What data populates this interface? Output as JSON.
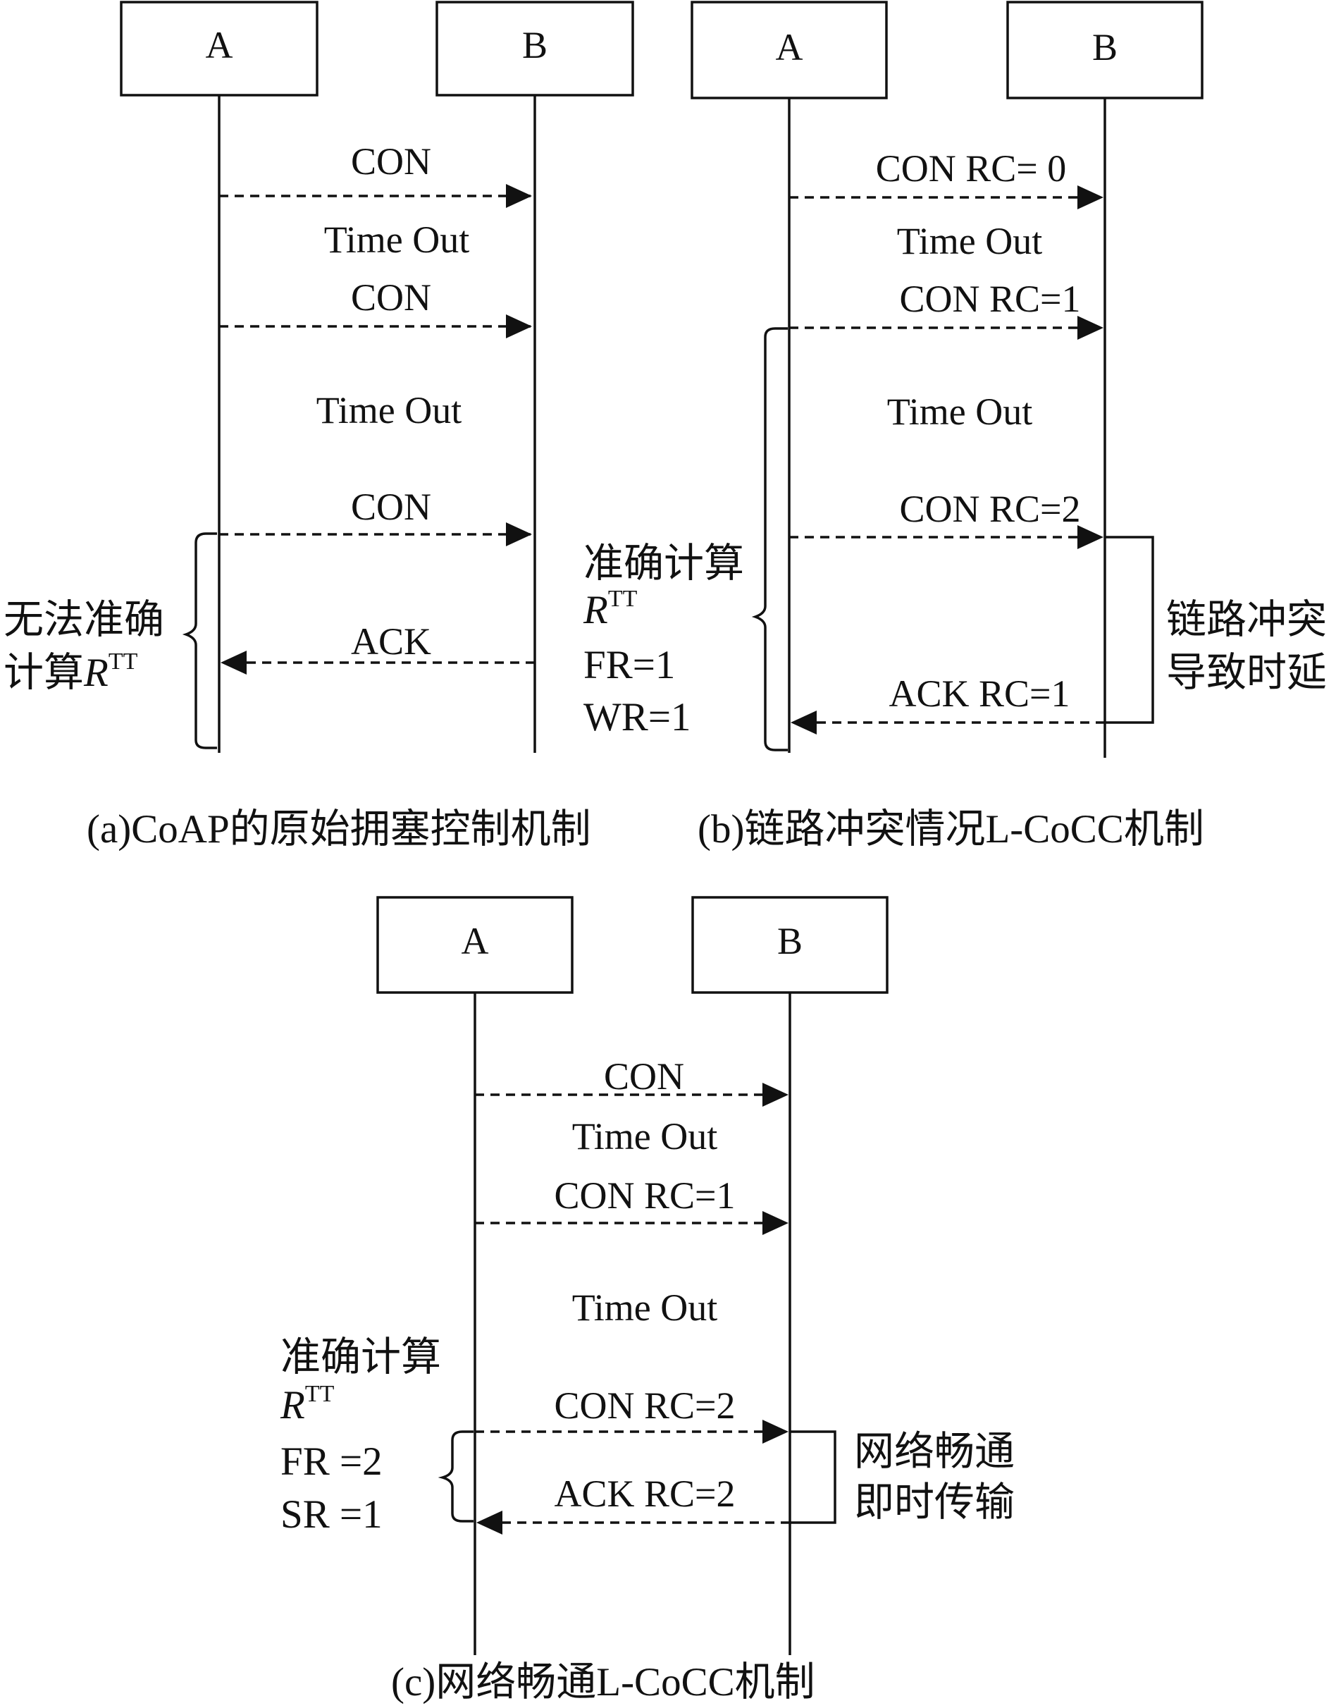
{
  "panel_a": {
    "node_a": "A",
    "node_b": "B",
    "msg1": "CON",
    "timeout1": "Time Out",
    "msg2": "CON",
    "timeout2": "Time Out",
    "msg3": "CON",
    "ack": "ACK",
    "note_line1": "无法准确",
    "note_line2_prefix": "计算",
    "note_line2_r": "R",
    "note_line2_sup": "TT",
    "caption": "(a)CoAP的原始拥塞控制机制"
  },
  "panel_b": {
    "node_a": "A",
    "node_b": "B",
    "msg1": "CON RC= 0",
    "timeout1": "Time Out",
    "msg2": "CON RC=1",
    "timeout2": "Time Out",
    "msg3": "CON RC=2",
    "ack": "ACK RC=1",
    "note_line1": "准确计算",
    "note_r": "R",
    "note_sup": "TT",
    "note_fr": "FR=1",
    "note_wr": "WR=1",
    "right_note_line1": "链路冲突",
    "right_note_line2": "导致时延",
    "caption": "(b)链路冲突情况L-CoCC机制"
  },
  "panel_c": {
    "node_a": "A",
    "node_b": "B",
    "msg1": "CON",
    "timeout1": "Time Out",
    "msg2": "CON RC=1",
    "timeout2": "Time Out",
    "msg3": "CON RC=2",
    "ack": "ACK RC=2",
    "note_line1": "准确计算",
    "note_r": "R",
    "note_sup": "TT",
    "note_fr": "FR =2",
    "note_sr": "SR =1",
    "right_note_line1": "网络畅通",
    "right_note_line2": "即时传输",
    "caption": "(c)网络畅通L-CoCC机制"
  }
}
